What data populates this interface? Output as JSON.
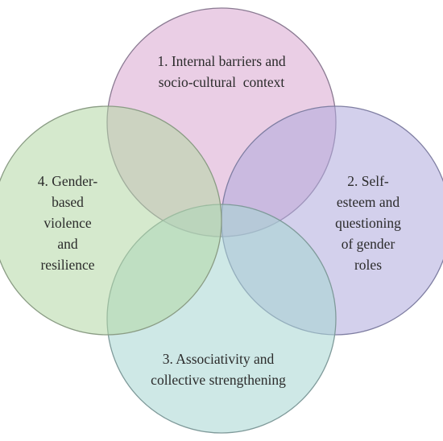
{
  "diagram": {
    "type": "venn",
    "circles": [
      {
        "key": "c1",
        "lines": [
          "1. Internal barriers and",
          "socio-cultural  context"
        ],
        "fill": "#d9a6cf",
        "stroke": "#8a7a92"
      },
      {
        "key": "c2",
        "lines": [
          "2. Self-",
          "esteem and",
          "questioning",
          "of gender",
          "roles"
        ],
        "fill": "#aeaadc",
        "stroke": "#7f7ea2"
      },
      {
        "key": "c3",
        "lines": [
          "3. Associativity and",
          "collective strengthening"
        ],
        "fill": "#a6d6d2",
        "stroke": "#7f9a9a"
      },
      {
        "key": "c4",
        "lines": [
          "4. Gender-",
          "based",
          "violence",
          "and",
          "resilience"
        ],
        "fill": "#b2d7a4",
        "stroke": "#8a9c84"
      }
    ]
  }
}
